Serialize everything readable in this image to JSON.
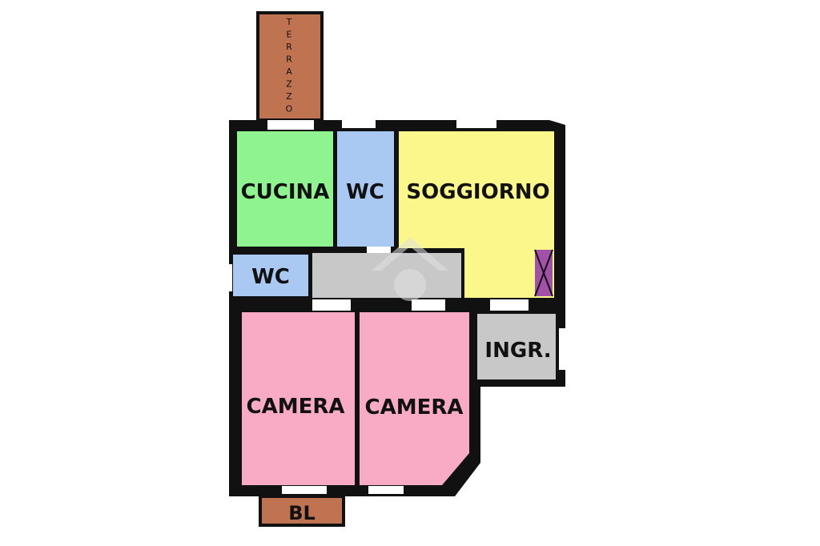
{
  "rooms": {
    "terrazzo": {
      "label": "TERRAZZO",
      "color": "#C07351"
    },
    "cucina": {
      "label": "CUCINA",
      "color": "#8FF38F"
    },
    "wc_top": {
      "label": "WC",
      "color": "#A9C9F3"
    },
    "soggiorno": {
      "label": "SOGGIORNO",
      "color": "#FBF78A"
    },
    "wc_left": {
      "label": "WC",
      "color": "#A9C9F3"
    },
    "disimpegno": {
      "label": "",
      "color": "#C8C8C8"
    },
    "ingresso": {
      "label": "INGR.",
      "color": "#C8C8C8"
    },
    "camera_left": {
      "label": "CAMERA",
      "color": "#F9ABC6"
    },
    "camera_right": {
      "label": "CAMERA",
      "color": "#F9ABC6"
    },
    "balcone": {
      "label": "BL",
      "color": "#C07351"
    },
    "closet": {
      "label": "",
      "color": "#A350A8"
    }
  },
  "colors": {
    "wall": "#111111",
    "opening": "#ffffff",
    "watermark": "#e2e2e2"
  }
}
